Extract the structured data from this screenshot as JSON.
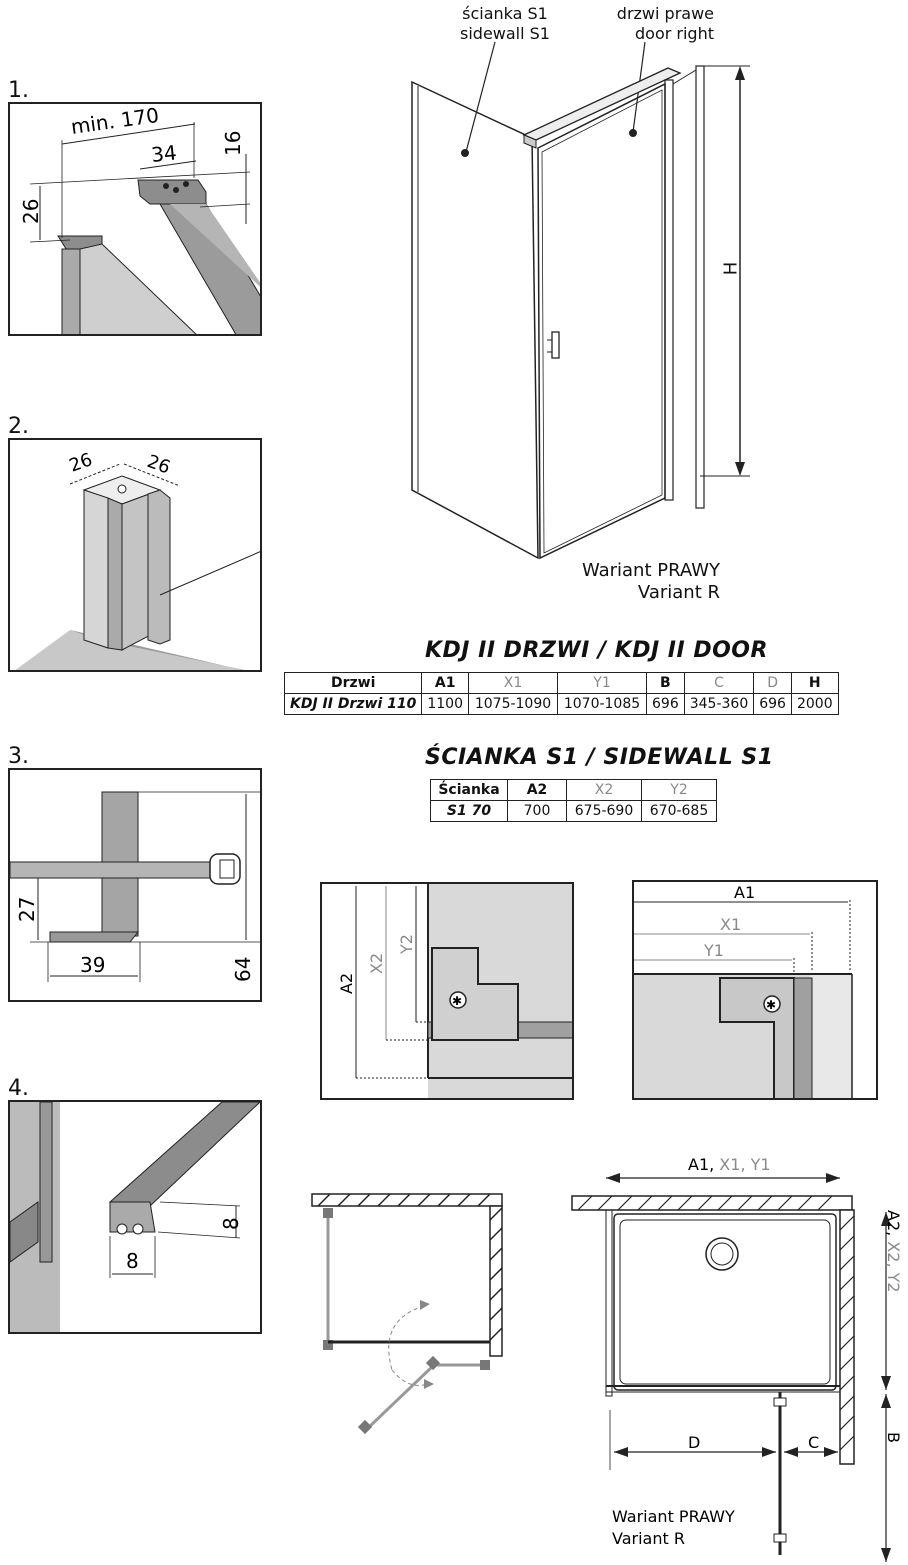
{
  "callouts": {
    "sidewall_pl": "ścianka S1",
    "sidewall_en": "sidewall S1",
    "door_pl": "drzwi prawe",
    "door_en": "door right"
  },
  "main_dim": "H",
  "variant_label_1": "Wariant PRAWY",
  "variant_label_2": "Variant R",
  "steps": [
    "1.",
    "2.",
    "3.",
    "4."
  ],
  "detail1": {
    "d1": "min. 170",
    "d2": "34",
    "d3": "16",
    "d4": "26"
  },
  "detail2": {
    "d1": "26",
    "d2": "26"
  },
  "detail3": {
    "d1": "27",
    "d2": "39",
    "d3": "64"
  },
  "detail4": {
    "d1": "8",
    "d2": "8"
  },
  "door_table": {
    "title": "KDJ II DRZWI / KDJ II DOOR",
    "headers": [
      "Drzwi",
      "A1",
      "X1",
      "Y1",
      "B",
      "C",
      "D",
      "H"
    ],
    "row": [
      "KDJ II Drzwi 110",
      "1100",
      "1075-1090",
      "1070-1085",
      "696",
      "345-360",
      "696",
      "2000"
    ]
  },
  "wall_table": {
    "title": "ŚCIANKA S1 / SIDEWALL S1",
    "headers": [
      "Ścianka",
      "A2",
      "X2",
      "Y2"
    ],
    "row": [
      "S1 70",
      "700",
      "675-690",
      "670-685"
    ]
  },
  "section_left": {
    "a2": "A2",
    "x2": "X2",
    "y2": "Y2"
  },
  "section_right": {
    "a1": "A1",
    "x1": "X1",
    "y1": "Y1"
  },
  "plan": {
    "top_a": "A1,",
    "top_b": " X1, Y1",
    "right_a": "A2,",
    "right_b": " X2, Y2",
    "b": "B",
    "d": "D",
    "c": "C",
    "variant_1": "Wariant PRAWY",
    "variant_2": "Variant R"
  },
  "colors": {
    "line": "#222222",
    "gray_text": "#8a8a8a",
    "profile": "#9a9a9a",
    "fill_light": "#d9d9d9"
  }
}
